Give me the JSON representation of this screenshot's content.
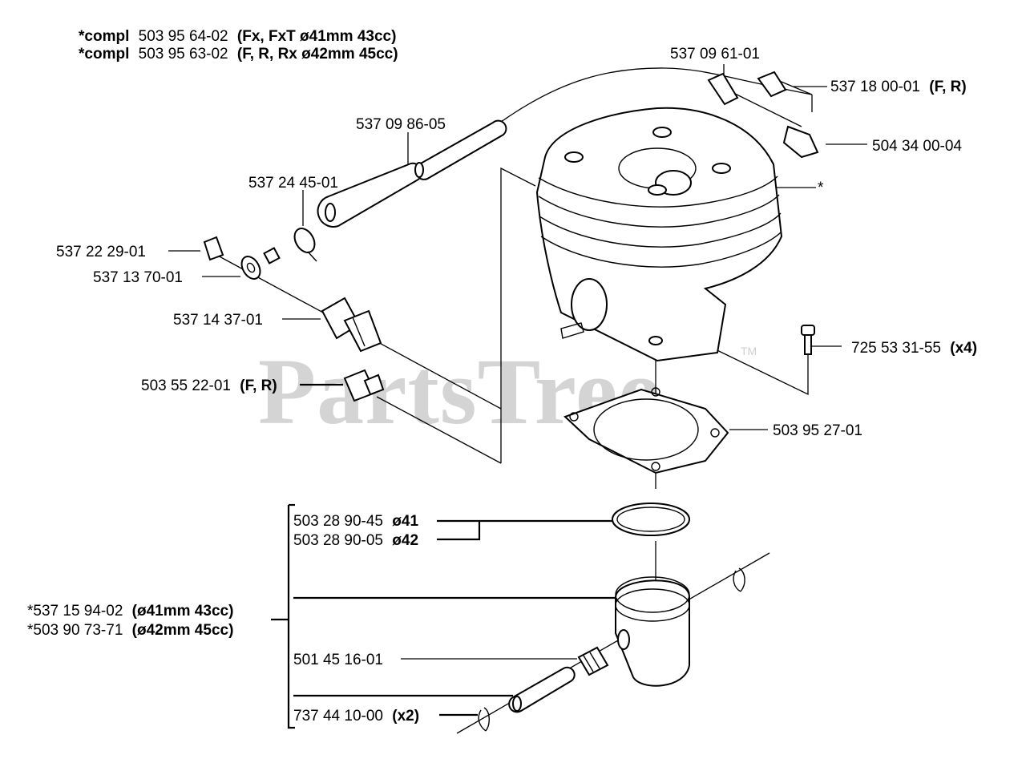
{
  "watermark": {
    "text": "PartsTree",
    "trademark": "TM"
  },
  "header": [
    {
      "prefix": "*compl",
      "number": "503 95 64-02",
      "suffix": "(Fx, FxT ø41mm 43cc)"
    },
    {
      "prefix": "*compl",
      "number": "503 95 63-02",
      "suffix": "(F, R, Rx ø42mm 45cc)"
    }
  ],
  "labels": {
    "p537096101": {
      "number": "537 09 61-01",
      "suffix": ""
    },
    "p537180001": {
      "number": "537 18 00-01",
      "suffix": "(F, R)"
    },
    "p504340004": {
      "number": "504 34 00-04",
      "suffix": ""
    },
    "p537098605": {
      "number": "537 09 86-05",
      "suffix": ""
    },
    "p537244501": {
      "number": "537 24 45-01",
      "suffix": ""
    },
    "star": {
      "number": "*",
      "suffix": ""
    },
    "p537222901": {
      "number": "537 22 29-01",
      "suffix": ""
    },
    "p537137001": {
      "number": "537 13 70-01",
      "suffix": ""
    },
    "p537143701": {
      "number": "537 14 37-01",
      "suffix": ""
    },
    "p725533155": {
      "number": "725 53 31-55",
      "suffix": "(x4)"
    },
    "p503552201": {
      "number": "503 55 22-01",
      "suffix": "(F, R)"
    },
    "p503952701": {
      "number": "503 95 27-01",
      "suffix": ""
    },
    "p503289045": {
      "number": "503 28 90-45",
      "suffix": "ø41"
    },
    "p503289005": {
      "number": "503 28 90-05",
      "suffix": "ø42"
    },
    "p537159402": {
      "number": "*537 15 94-02",
      "suffix": "(ø41mm 43cc)"
    },
    "p503907371": {
      "number": "*503 90 73-71",
      "suffix": "(ø42mm 45cc)"
    },
    "p501451601": {
      "number": "501 45 16-01",
      "suffix": ""
    },
    "p737441000": {
      "number": "737 44 10-00",
      "suffix": "(x2)"
    }
  }
}
